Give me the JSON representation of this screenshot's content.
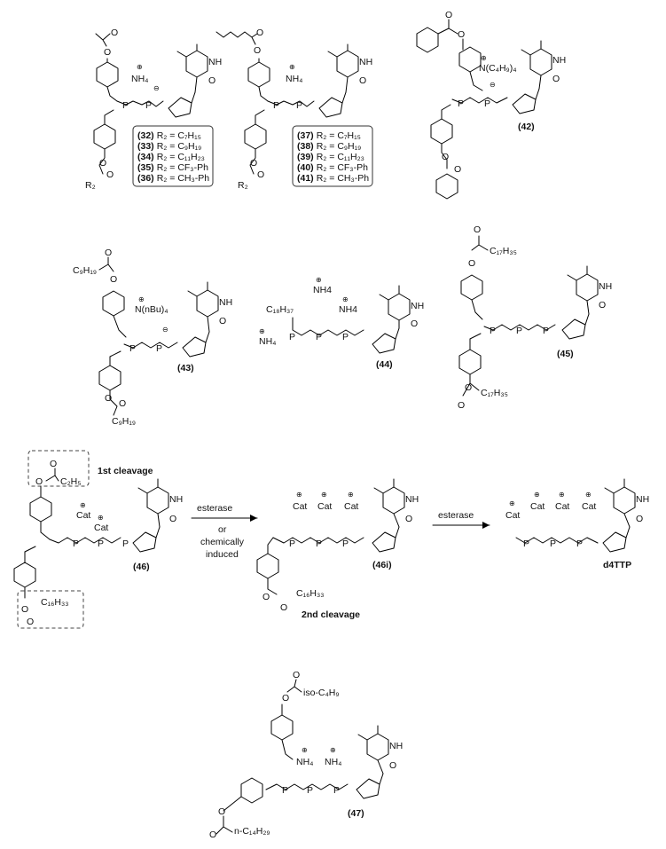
{
  "figure": {
    "compounds": {
      "c42": "(42)",
      "c43": "(43)",
      "c44": "(44)",
      "c45": "(45)",
      "c46": "(46)",
      "c46i": "(46i)",
      "d4ttp": "d4TTP",
      "c47": "(47)"
    },
    "box_32_36": [
      {
        "num": "(32)",
        "text": "R₂ = C₇H₁₅"
      },
      {
        "num": "(33)",
        "text": "R₂ = C₉H₁₉"
      },
      {
        "num": "(34)",
        "text": "R₂ = C₁₁H₂₃"
      },
      {
        "num": "(35)",
        "text": "R₂ = CF₃-Ph"
      },
      {
        "num": "(36)",
        "text": "R₂ = CH₃-Ph"
      }
    ],
    "box_37_41": [
      {
        "num": "(37)",
        "text": "R₂ = C₇H₁₅"
      },
      {
        "num": "(38)",
        "text": "R₂ = C₉H₁₉"
      },
      {
        "num": "(39)",
        "text": "R₂ = C₁₁H₂₃"
      },
      {
        "num": "(40)",
        "text": "R₂ = CF₃-Ph"
      },
      {
        "num": "(41)",
        "text": "R₂ = CH₃-Ph"
      }
    ],
    "labels": {
      "r2": "R₂",
      "nh4": "NH₄",
      "nh4_plain": "NH4",
      "nbu4_a": "N(C₄H₉)₄",
      "nbu4_b": "N(nBu)₄",
      "c9h19": "C₉H₁₉",
      "c18h37": "C₁₈H₃₇",
      "c17h35": "C₁₇H₃₅",
      "c2h5": "C₂H₅",
      "c16h33": "C₁₆H₃₃",
      "iso_c4h9": "iso-C₄H₉",
      "n_c14h29": "n-C₁₄H₂₉",
      "cat": "Cat",
      "nh": "NH",
      "o": "O",
      "p": "P",
      "n": "N"
    },
    "annotations": {
      "first_cleavage": "1st cleavage",
      "second_cleavage": "2nd cleavage",
      "esterase_1": "esterase",
      "or": "or",
      "chem_1": "chemically",
      "chem_2": "induced",
      "esterase_2": "esterase"
    }
  }
}
